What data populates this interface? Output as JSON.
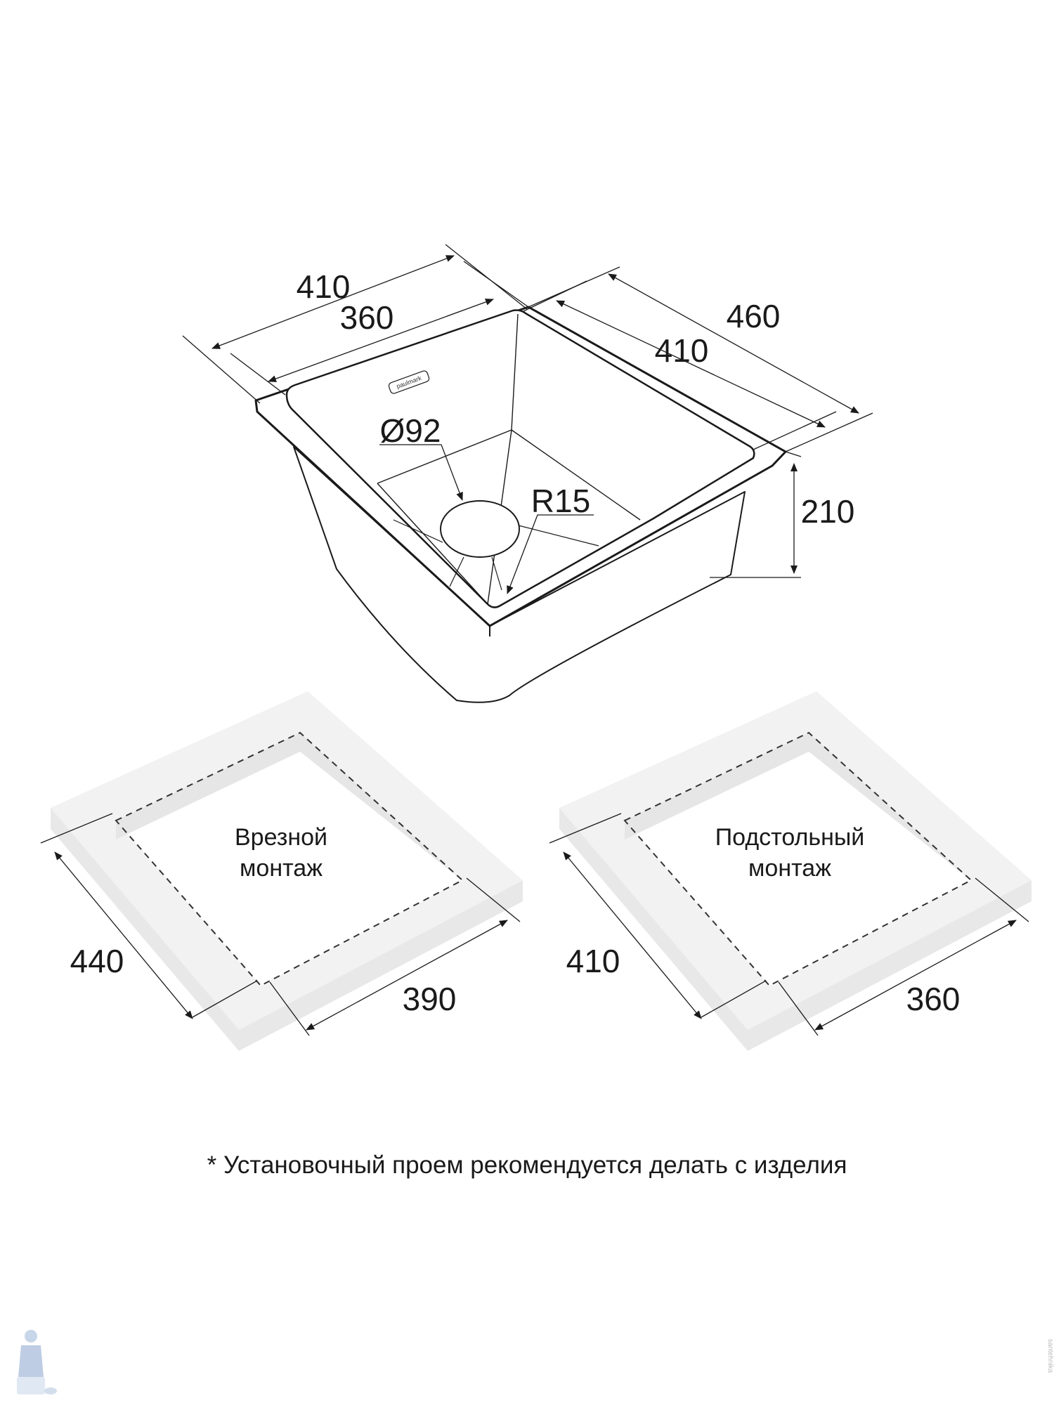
{
  "sink": {
    "dim_outer_width": "410",
    "dim_inner_width": "360",
    "dim_outer_depth": "460",
    "dim_inner_depth": "410",
    "dim_height": "210",
    "dim_drain": "Ø92",
    "dim_radius": "R15",
    "brand": "paulmark"
  },
  "inset_mount": {
    "label_line1": "Врезной",
    "label_line2": "монтаж",
    "dim_depth": "440",
    "dim_width": "390"
  },
  "undermount": {
    "label_line1": "Подстольный",
    "label_line2": "монтаж",
    "dim_depth": "410",
    "dim_width": "360"
  },
  "footnote": "* Установочный проем рекомендуется делать с изделия",
  "watermark": "santehnika",
  "colors": {
    "line": "#1a1a1a",
    "slab_top": "#f2f2f2",
    "slab_side": "#e6e6e6"
  }
}
